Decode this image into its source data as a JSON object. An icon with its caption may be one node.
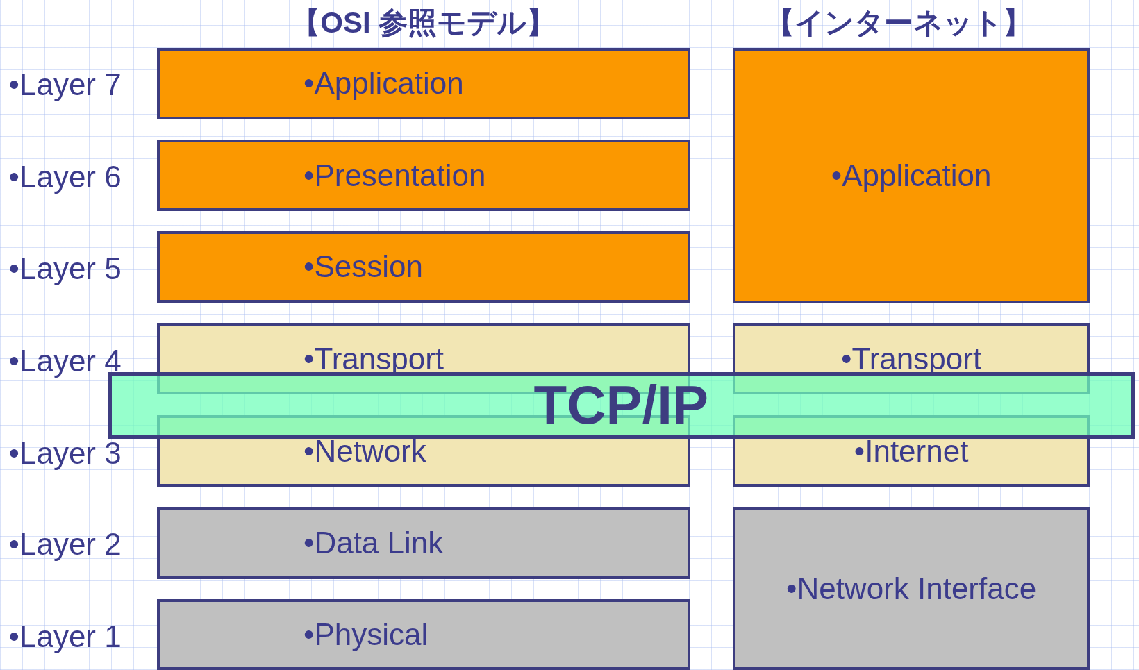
{
  "diagram": {
    "nodes": [
      {
        "text": [
          "•Application"
        ]
      },
      {
        "text": [
          "•Presentation"
        ]
      },
      {
        "text": [
          "•Session"
        ]
      },
      {
        "text": [
          "•Transport"
        ]
      },
      {
        "text": [
          "•Network"
        ]
      },
      {
        "text": [
          "•Data Link"
        ]
      },
      {
        "text": [
          "•Physical"
        ]
      },
      {
        "text": [
          "•Application"
        ]
      },
      {
        "text": [
          "•Transport"
        ]
      },
      {
        "text": [
          "•Internet"
        ]
      },
      {
        "text": [
          "•Network Interface"
        ]
      },
      {
        "text": [
          "TCP/IP"
        ]
      }
    ],
    "labels": [
      "【OSI 参照モデル】",
      "【インターネット】",
      "•Layer 7",
      "•Layer 6",
      "•Layer 5",
      "•Layer 4",
      "•Layer 3",
      "•Layer 2",
      "•Layer 1"
    ]
  }
}
